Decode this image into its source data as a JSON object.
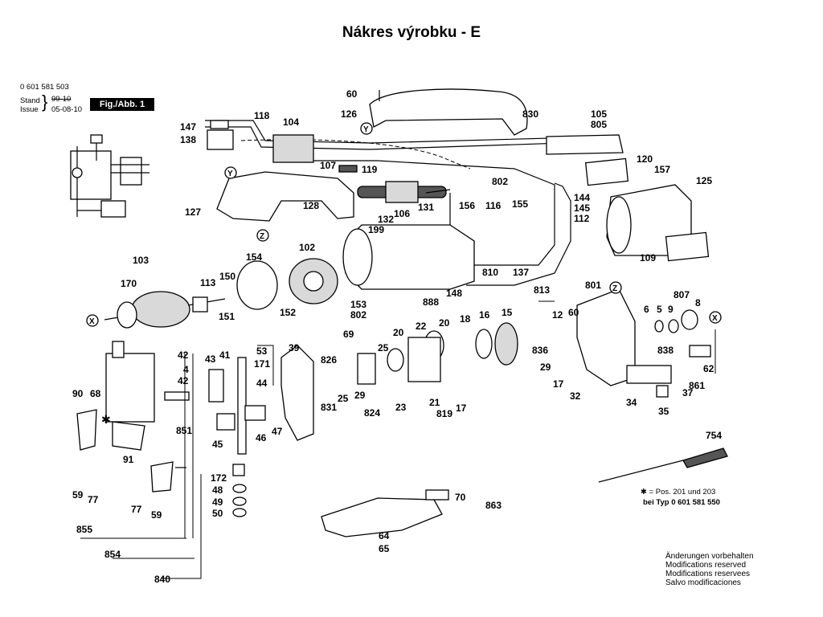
{
  "title": "Nákres výrobku - E",
  "header": {
    "part_number": "0 601 581 503",
    "stand_label": "Stand",
    "stand_date": "99-10",
    "issue_label": "Issue",
    "issue_date": "05-08-10",
    "figure_label": "Fig./Abb. 1"
  },
  "note": {
    "line1": "✱ = Pos. 201 und 203",
    "line2": "bei Typ 0 601 581 550"
  },
  "footer": [
    "Änderungen vorbehalten",
    "Modifications reserved",
    "Modifications reservees",
    "Salvo modificaciones"
  ],
  "callouts": [
    "60",
    "126",
    "830",
    "105",
    "805",
    "118",
    "104",
    "147",
    "138",
    "107",
    "119",
    "120",
    "157",
    "125",
    "127",
    "128",
    "132",
    "106",
    "131",
    "802",
    "156",
    "116",
    "155",
    "144",
    "145",
    "112",
    "199",
    "103",
    "170",
    "113",
    "150",
    "151",
    "154",
    "102",
    "152",
    "153",
    "802",
    "148",
    "888",
    "109",
    "810",
    "137",
    "813",
    "801",
    "807",
    "8",
    "6",
    "5",
    "9",
    "12",
    "60",
    "15",
    "16",
    "18",
    "20",
    "22",
    "20",
    "25",
    "826",
    "69",
    "39",
    "53",
    "171",
    "44",
    "41",
    "43",
    "42",
    "4",
    "42",
    "68",
    "90",
    "91",
    "851",
    "45",
    "46",
    "47",
    "831",
    "25",
    "29",
    "824",
    "23",
    "21",
    "819",
    "17",
    "836",
    "838",
    "29",
    "17",
    "32",
    "34",
    "35",
    "37",
    "62",
    "861",
    "754",
    "70",
    "863",
    "64",
    "65",
    "172",
    "48",
    "49",
    "50",
    "59",
    "77",
    "77",
    "59",
    "855",
    "854",
    "840"
  ],
  "markers": [
    "X",
    "Y",
    "Z",
    "Y",
    "Z",
    "Z",
    "X",
    "X"
  ]
}
